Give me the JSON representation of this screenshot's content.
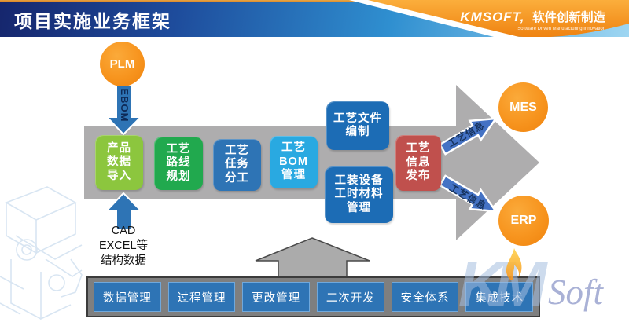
{
  "slide": {
    "title": "项目实施业务框架",
    "logo": {
      "brand": "KMSOFT,",
      "slogan": "软件创新制造",
      "subtitle": "Software Driven Manufacturing Innovation"
    }
  },
  "sources": {
    "plm": "PLM",
    "ebom": "EBOM",
    "cad_note": "CAD\nEXCEL等\n结构数据"
  },
  "targets": {
    "mes": "MES",
    "erp": "ERP",
    "flow_top": "工艺信息",
    "flow_bottom": "工艺信息"
  },
  "process_boxes": [
    {
      "label": "产品\n数据\n导入",
      "color": "#8CC63E"
    },
    {
      "label": "工艺\n路线\n规划",
      "color": "#21A94E"
    },
    {
      "label": "工艺\n任务\n分工",
      "color": "#2E74B5"
    },
    {
      "label": "工艺\nBOM\n管理",
      "color": "#29A9E1"
    },
    {
      "label": "工艺文件\n编制",
      "color": "#1C6CB5"
    },
    {
      "label": "工装设备\n工时材料\n管理",
      "color": "#1C6CB5"
    },
    {
      "label": "工艺\n信息\n发布",
      "color": "#C0504D"
    }
  ],
  "foundation": {
    "items": [
      "数据管理",
      "过程管理",
      "更改管理",
      "二次开发",
      "安全体系",
      "集成技术"
    ]
  },
  "watermark": {
    "km": "KM",
    "soft": "Soft"
  },
  "colors": {
    "accent_orange": "#F7941E",
    "band_gray": "#AEADAE",
    "header_navy": "#16266D",
    "header_light": "#9ED6F2",
    "foundation_bg": "#7F7F7F",
    "foundation_box": "#2E74B5",
    "flow_arrow_blue": "#4472C4"
  }
}
